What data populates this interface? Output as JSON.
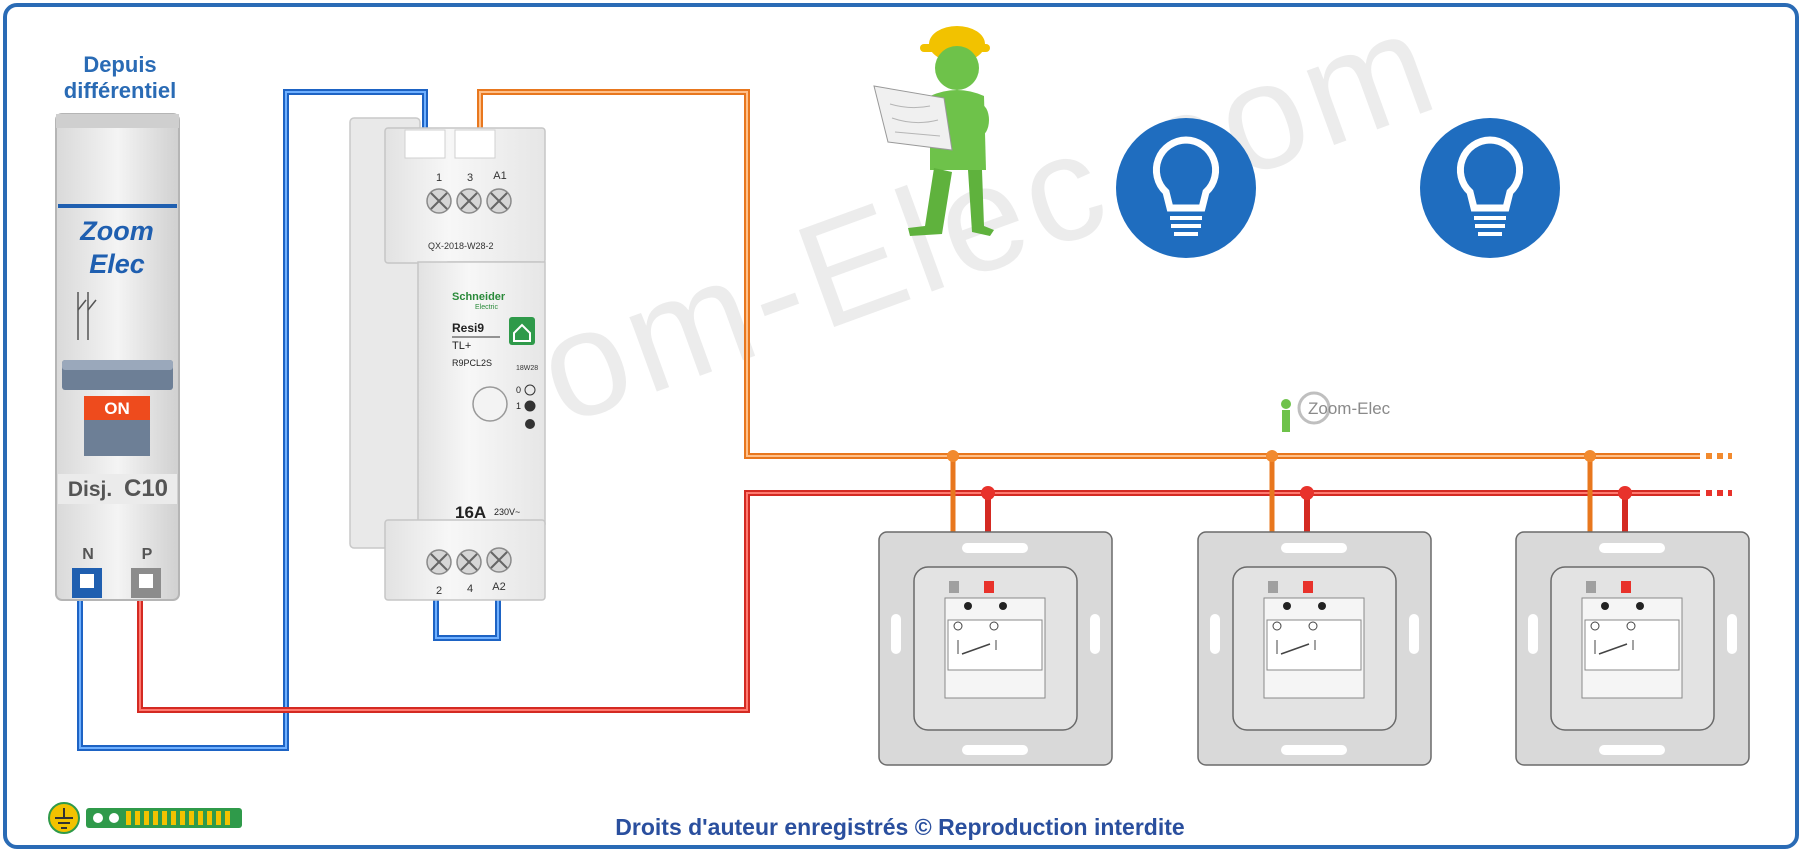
{
  "header": {
    "source_label_line1": "Depuis",
    "source_label_line2": "différentiel"
  },
  "breaker": {
    "brand_line1": "Zoom",
    "brand_line2": "Elec",
    "state_label": "ON",
    "model_prefix": "Disj.",
    "model_rating": "C10",
    "terminal_n": "N",
    "terminal_p": "P"
  },
  "relay": {
    "top_terminals": [
      "1",
      "3",
      "A1"
    ],
    "ref_code": "QX-2018-W28-2",
    "brand": "Schneider",
    "brand_sub": "Electric",
    "product_line": "Resi9",
    "type": "TL+",
    "part_number": "R9PCL2S",
    "date_code": "18W28",
    "switch_positions": [
      "0",
      "1"
    ],
    "rating": "16A",
    "voltage": "230V~",
    "bottom_terminals": [
      "2",
      "4",
      "A2"
    ]
  },
  "mini_logo": {
    "text": "Zoom-Elec"
  },
  "watermark": {
    "text": "Zoom-Elec.com"
  },
  "icons": {
    "lamps": [
      "lightbulb-icon",
      "lightbulb-icon"
    ],
    "worker": "worker-with-plan-icon",
    "earth": "earth-symbol-icon"
  },
  "colors": {
    "frame": "#2a6bb5",
    "neutral": "#2f7de0",
    "phase": "#e8322b",
    "control": "#f28a2e",
    "lamp_bg": "#1f6dbf"
  },
  "footer": {
    "copyright": "Droits d'auteur enregistrés © Reproduction interdite"
  }
}
